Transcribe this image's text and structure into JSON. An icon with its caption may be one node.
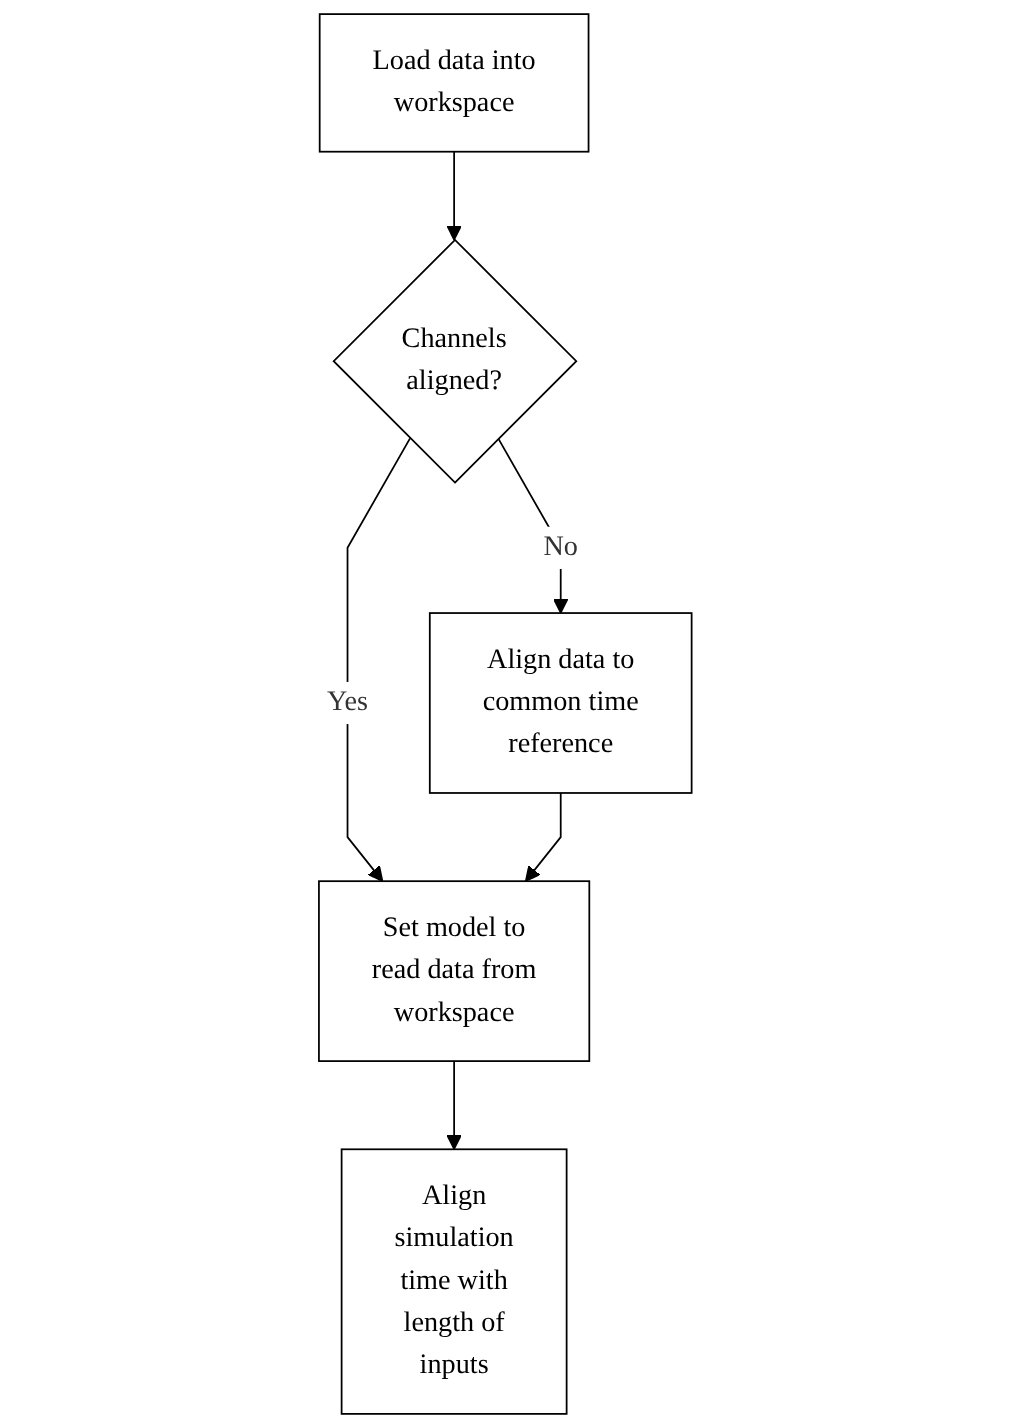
{
  "diagram": {
    "nodes": [
      {
        "text": [
          "Load data into workspace"
        ]
      },
      {
        "text": [
          "Channels aligned?"
        ]
      },
      {
        "text": [
          "Align data to common time reference"
        ]
      },
      {
        "text": [
          "Set model to read data from workspace"
        ]
      },
      {
        "text": [
          "Align simulation time with length of inputs"
        ]
      }
    ],
    "edges": [
      {
        "from": 0,
        "to": 1,
        "arrow": "to"
      },
      {
        "from": 1,
        "to": 2,
        "label": "No",
        "arrow": "to"
      },
      {
        "from": 1,
        "to": 3,
        "label": "Yes",
        "arrow": "to"
      },
      {
        "from": 2,
        "to": 3,
        "arrow": "to"
      },
      {
        "from": 3,
        "to": 4,
        "arrow": "to"
      }
    ]
  }
}
